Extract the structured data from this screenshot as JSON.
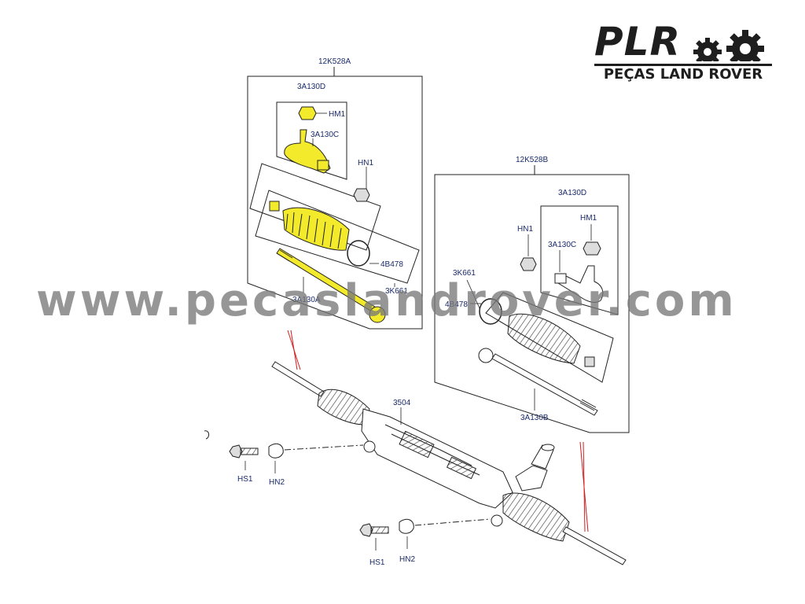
{
  "logo": {
    "brand": "PLR",
    "subtitle": "PEÇAS LAND ROVER"
  },
  "watermark": "www.pecaslandrover.com",
  "parts": {
    "left_assembly": "12K528A",
    "left_tie_rod_end": "3A130D",
    "left_nut": "HM1",
    "left_ball_joint": "3A130C",
    "left_locknut": "HN1",
    "left_clamp": "4B478",
    "left_boot": "3K661",
    "left_inner_rod": "3A130A",
    "right_assembly": "12K528B",
    "right_tie_rod_end": "3A130D",
    "right_nut": "HM1",
    "right_locknut": "HN1",
    "right_ball_joint": "3A130C",
    "right_boot": "3K661",
    "right_clamp": "4B478",
    "right_inner_rod": "3A130B",
    "steering_rack": "3504",
    "bolt_top": "HS1",
    "bracket_top": "HN2",
    "bolt_bottom": "HS1",
    "bracket_bottom": "HN2"
  },
  "colors": {
    "highlight": "#f2ea2a",
    "label": "#1a2a6c",
    "callout_line": "#d21c1c",
    "line_art": "#222222"
  }
}
